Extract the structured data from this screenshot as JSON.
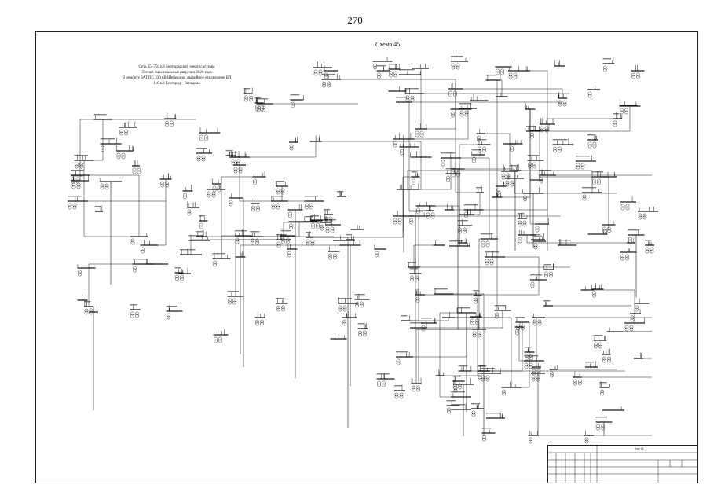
{
  "page": {
    "number": "270"
  },
  "scheme": {
    "title": "Схема 45"
  },
  "caption": {
    "lines": [
      "Сеть 35–750 кВ Белгородской энергосистемы",
      "Летние максимальные нагрузки 2020 года",
      "В ремонте 3АТ ПС 330 кВ Шебекино, аварийное отключение ВЛ",
      "110 кВ Белгород – Западная"
    ]
  },
  "title_block": {
    "sheet_label": "Лист 45"
  },
  "colors": {
    "ink": "#1a1a1a",
    "paper": "#ffffff"
  }
}
